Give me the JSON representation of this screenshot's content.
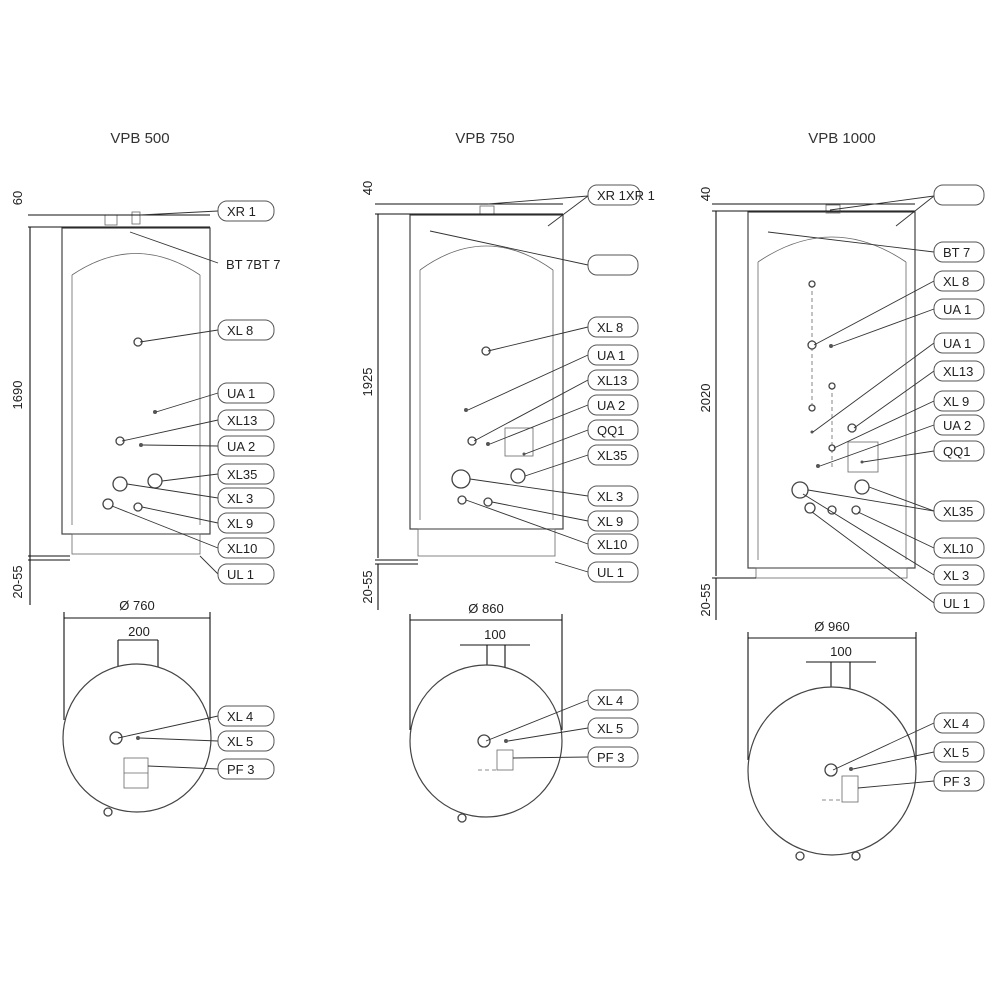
{
  "models": [
    {
      "title": "VPB 500",
      "dims": {
        "top": "60",
        "height": "1690",
        "bottom": "20-55",
        "diameter": "Ø 760",
        "offset": "200"
      },
      "side_labels": [
        "XR 1",
        "BT 7BT 7",
        "XL 8",
        "UA 1",
        "XL13",
        "UA 2",
        "XL35",
        "XL 3",
        "XL 9",
        "XL10",
        "UL 1"
      ],
      "top_labels": [
        "XL 4",
        "XL 5",
        "PF 3"
      ]
    },
    {
      "title": "VPB 750",
      "dims": {
        "top": "40",
        "height": "1925",
        "bottom": "20-55",
        "diameter": "Ø 860",
        "offset": "100"
      },
      "side_labels": [
        "XR 1XR 1",
        "",
        "XL 8",
        "UA 1",
        "XL13",
        "UA 2",
        "QQ1",
        "XL35",
        "XL 3",
        "XL 9",
        "XL10",
        "UL 1"
      ],
      "top_labels": [
        "XL 4",
        "XL 5",
        "PF 3"
      ]
    },
    {
      "title": "VPB 1000",
      "dims": {
        "top": "40",
        "height": "2020",
        "bottom": "20-55",
        "diameter": "Ø 960",
        "offset": "100"
      },
      "side_labels": [
        "",
        "BT 7",
        "XL 8",
        "UA 1",
        "UA 1",
        "XL13",
        "XL 9",
        "UA 2",
        "QQ1",
        "XL35",
        "XL10",
        "XL 3",
        "UL 1"
      ],
      "top_labels": [
        "XL 4",
        "XL 5",
        "PF 3"
      ]
    }
  ]
}
